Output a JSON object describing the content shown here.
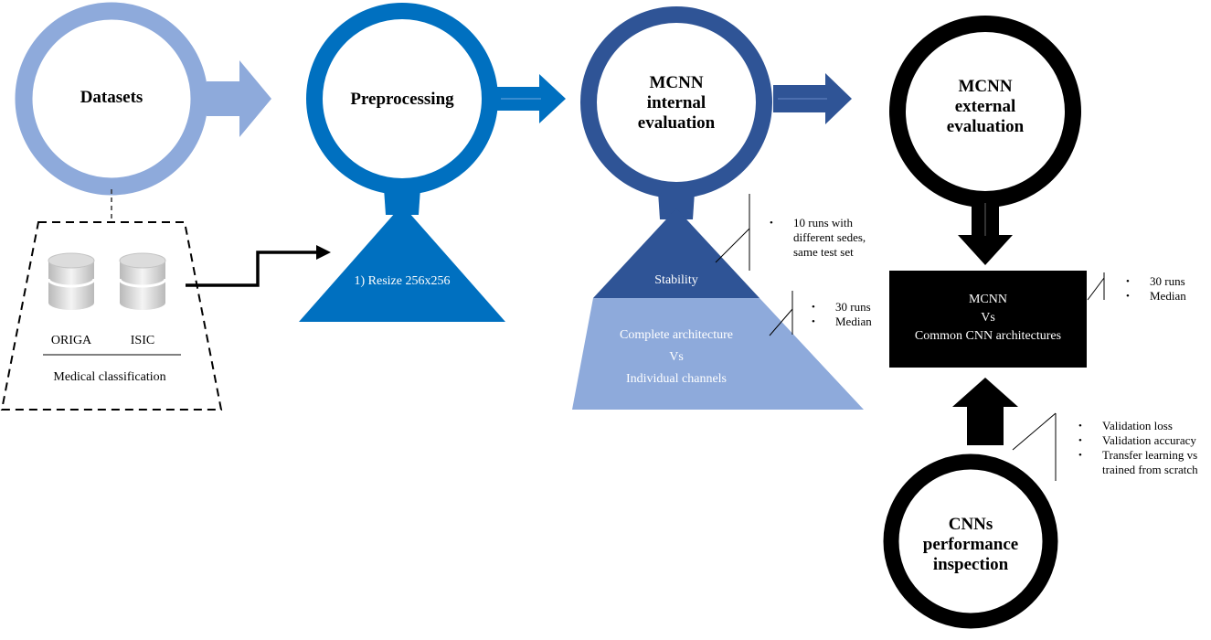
{
  "colors": {
    "light_blue": "#8eaadb",
    "mid_blue": "#0070c0",
    "dark_blue": "#2f5496",
    "pale_blue": "#8eaadb",
    "black": "#000000"
  },
  "stages": {
    "datasets": {
      "title": "Datasets"
    },
    "preprocessing": {
      "title": "Preprocessing",
      "step": "1) Resize 256x256"
    },
    "internal": {
      "title_line1": "MCNN",
      "title_line2": "internal",
      "title_line3": "evaluation",
      "stability_label": "Stability",
      "comparison_line1": "Complete architecture",
      "comparison_line2": "Vs",
      "comparison_line3": "Individual channels"
    },
    "external": {
      "title_line1": "MCNN",
      "title_line2": "external",
      "title_line3": "evaluation",
      "box_line1": "MCNN",
      "box_line2": "Vs",
      "box_line3": "Common CNN architectures"
    },
    "cnns": {
      "title_line1": "CNNs",
      "title_line2": "performance",
      "title_line3": "inspection"
    }
  },
  "databases": {
    "db1_label": "ORIGA",
    "db2_label": "ISIC",
    "caption": "Medical classification"
  },
  "notes": {
    "stability": [
      "10 runs with",
      "different sedes,",
      "same test set"
    ],
    "comparison": [
      "30 runs",
      "Median"
    ],
    "external": [
      "30 runs",
      "Median"
    ],
    "cnns": [
      "Validation loss",
      "Validation accuracy",
      "Transfer learning vs",
      "trained from scratch"
    ]
  }
}
